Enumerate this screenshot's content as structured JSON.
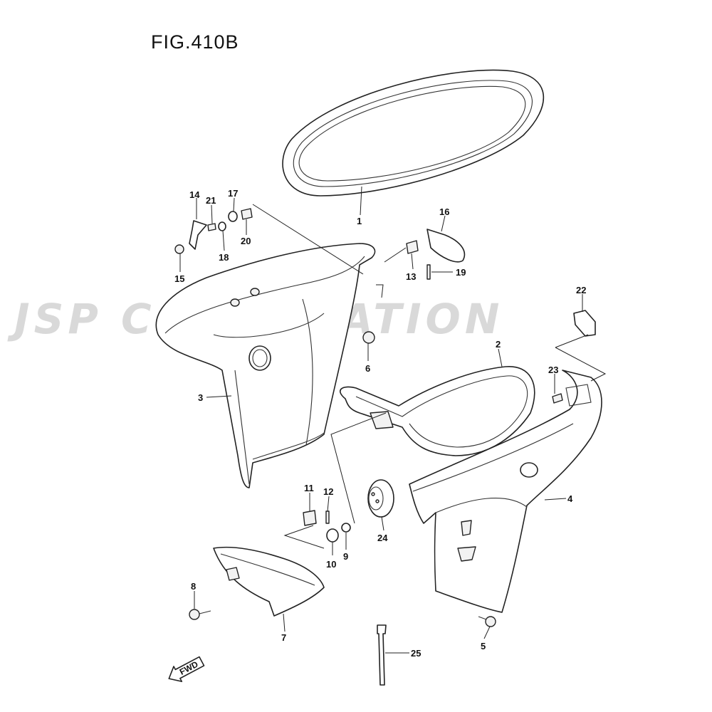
{
  "figure": {
    "title": "FIG.410B",
    "watermark": "JSP CORPORATION"
  },
  "direction_indicator": {
    "label": "FWD"
  },
  "callouts": {
    "c1": "1",
    "c2": "2",
    "c3": "3",
    "c4": "4",
    "c5": "5",
    "c6": "6",
    "c7": "7",
    "c8": "8",
    "c9": "9",
    "c10": "10",
    "c11": "11",
    "c12": "12",
    "c13": "13",
    "c14": "14",
    "c15": "15",
    "c16": "16",
    "c17": "17",
    "c18": "18",
    "c19": "19",
    "c20": "20",
    "c21": "21",
    "c22": "22",
    "c23": "23",
    "c24": "24",
    "c25": "25"
  }
}
